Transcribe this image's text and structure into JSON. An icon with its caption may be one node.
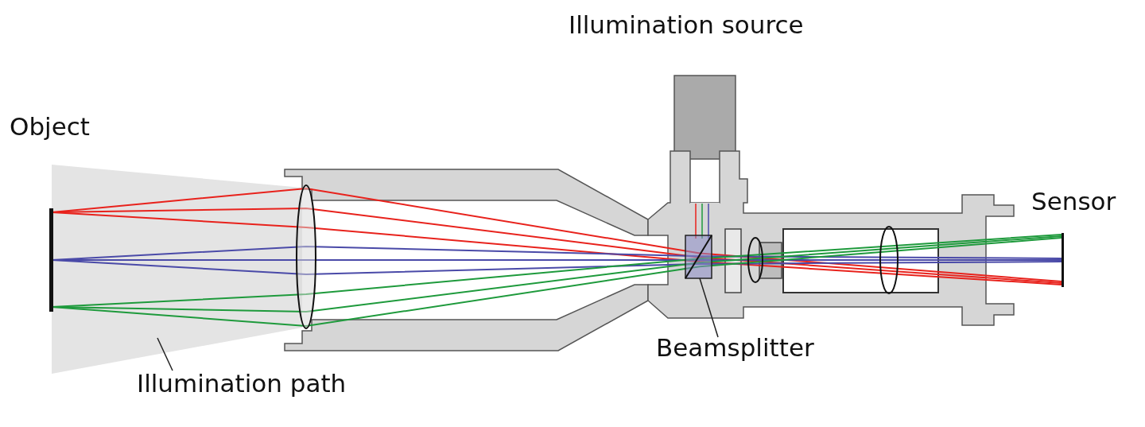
{
  "diagram": {
    "nodes": [
      {
        "text": [
          "Beamsplitter"
        ]
      },
      {
        "text": [],
        "shape": "box"
      },
      {
        "text": [
          "Illumination path"
        ]
      },
      {
        "text": [],
        "shape": "picture"
      }
    ],
    "edges": [
      {
        "from": 0,
        "to": 1,
        "arrow": "none"
      },
      {
        "from": 2,
        "to": 3,
        "arrow": "none"
      }
    ],
    "labels": [
      "Illumination source",
      "Object",
      "Sensor"
    ]
  }
}
